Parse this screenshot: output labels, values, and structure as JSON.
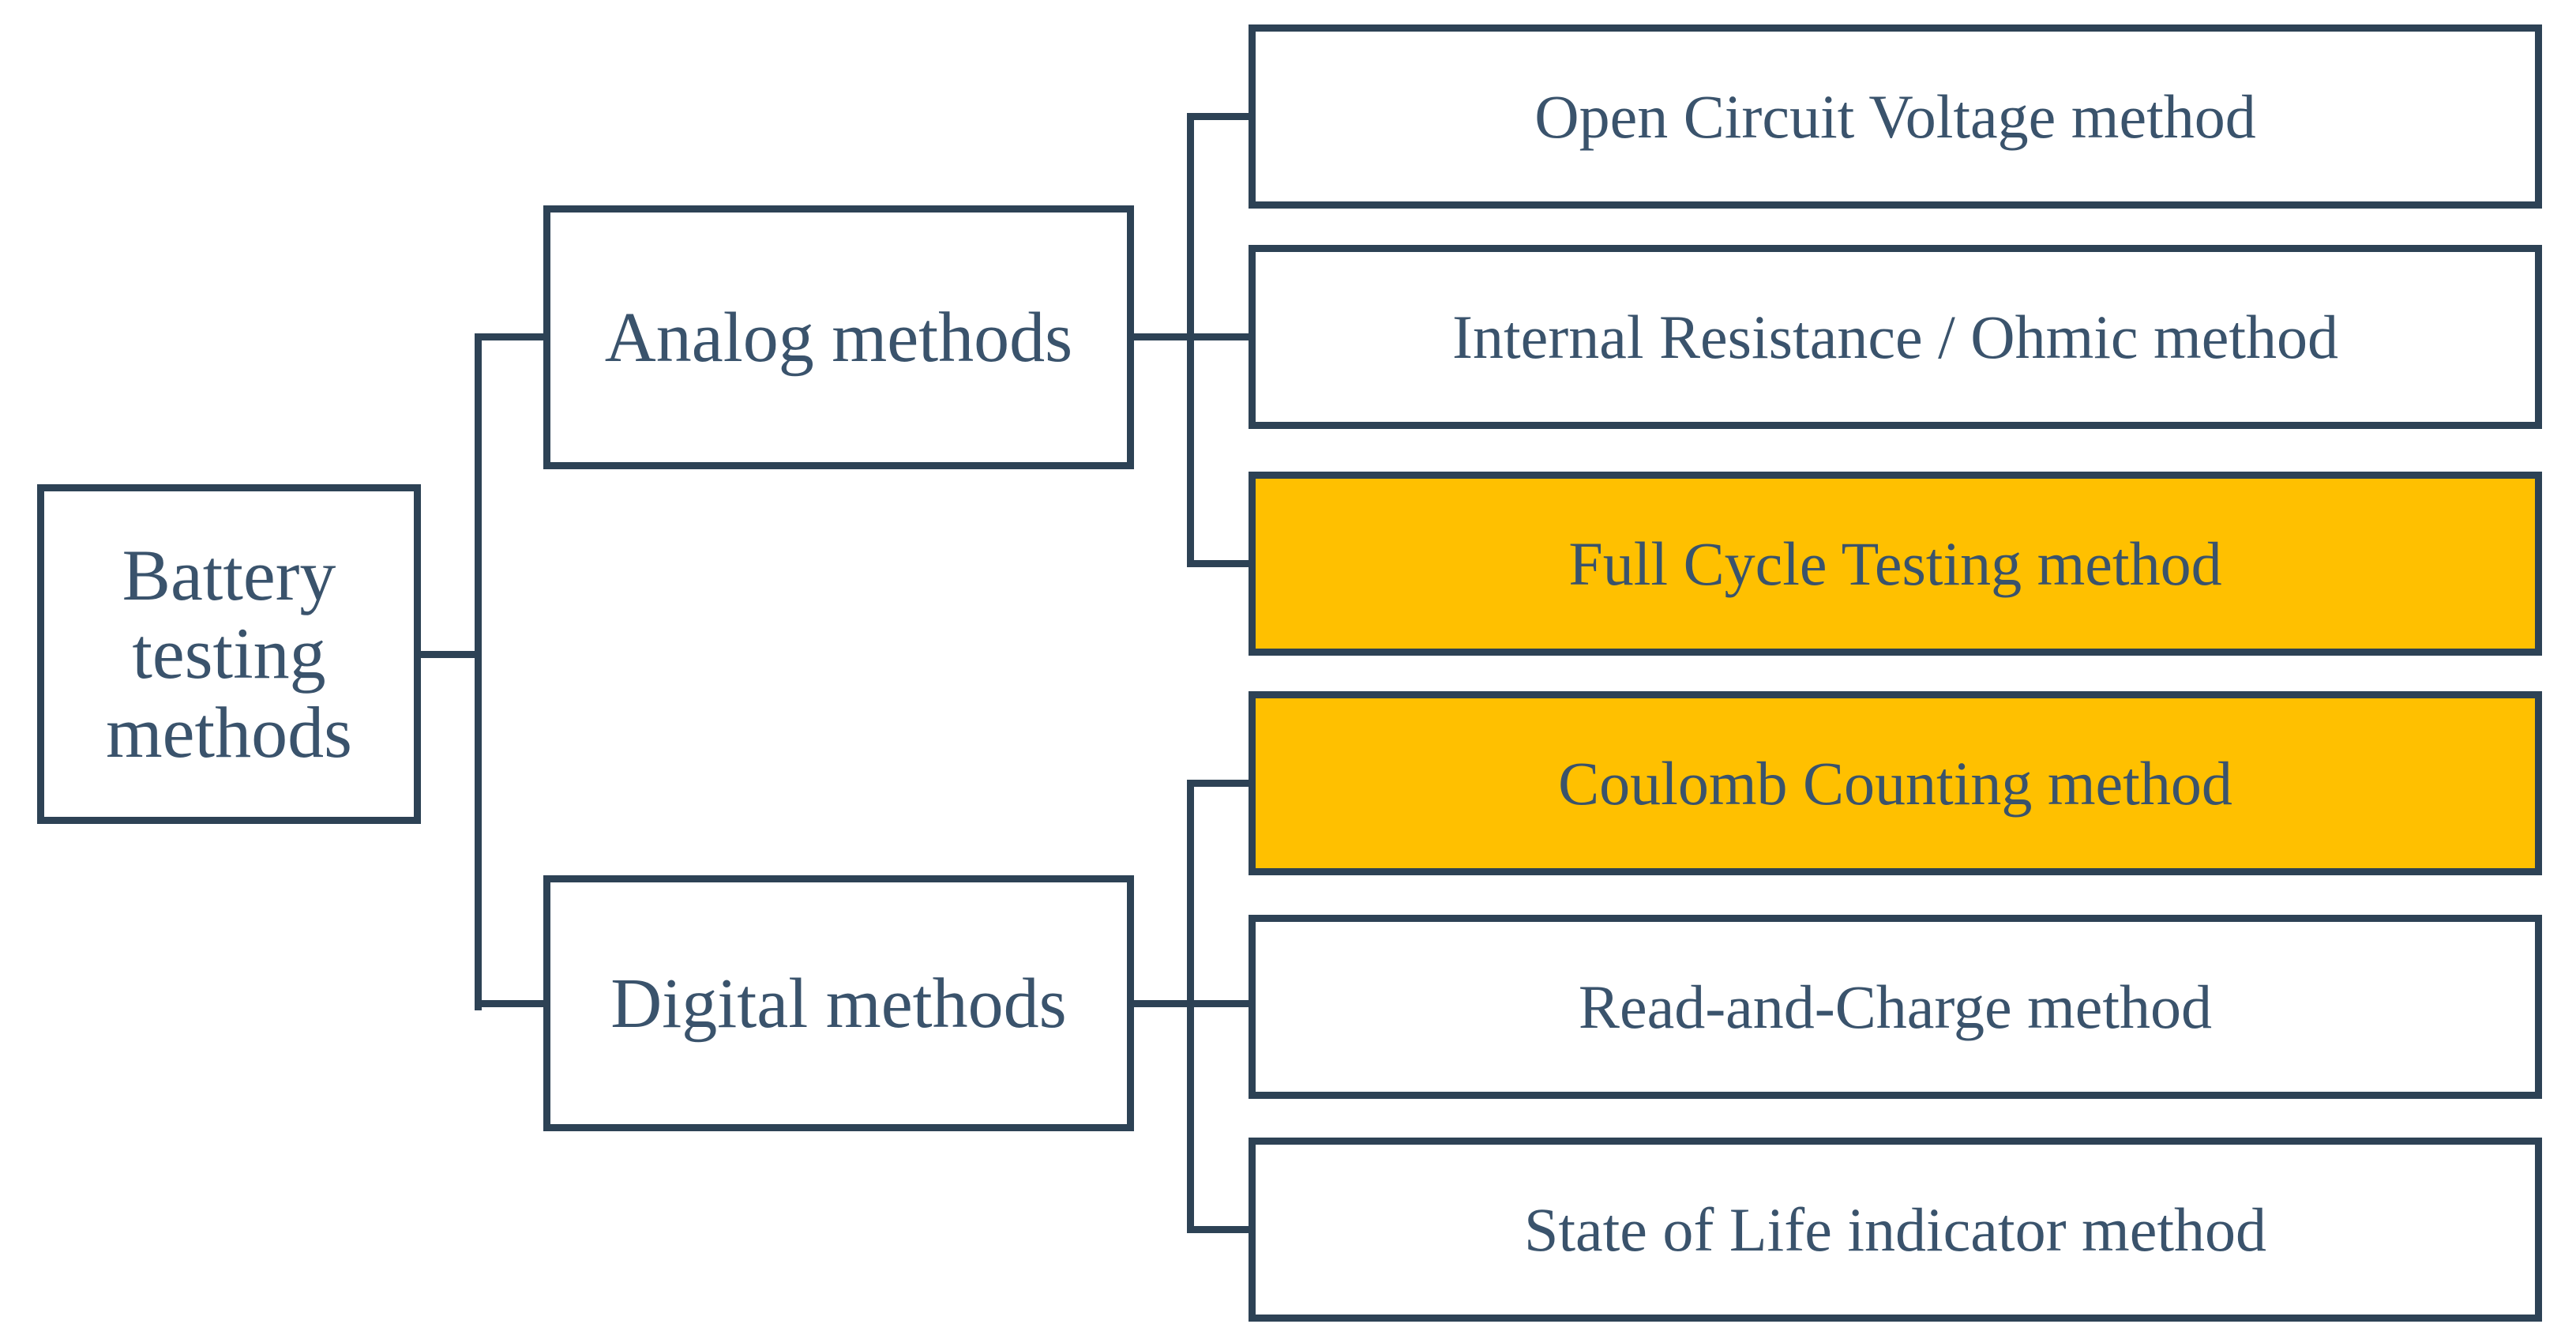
{
  "diagram": {
    "type": "tree",
    "root": {
      "label": "Battery testing methods"
    },
    "branches": [
      {
        "label": "Analog methods",
        "children": [
          {
            "label": "Open Circuit Voltage method",
            "highlighted": false
          },
          {
            "label": "Internal Resistance / Ohmic method",
            "highlighted": false
          },
          {
            "label": "Full Cycle Testing method",
            "highlighted": true
          }
        ]
      },
      {
        "label": "Digital methods",
        "children": [
          {
            "label": "Coulomb Counting method",
            "highlighted": true
          },
          {
            "label": "Read-and-Charge method",
            "highlighted": false
          },
          {
            "label": "State of Life indicator method",
            "highlighted": false
          }
        ]
      }
    ],
    "colors": {
      "line": "#2D4255",
      "text": "#3A536C",
      "highlight": "#FFC000",
      "box_fill": "#FFFFFF",
      "background": "#FFFFFF"
    }
  }
}
